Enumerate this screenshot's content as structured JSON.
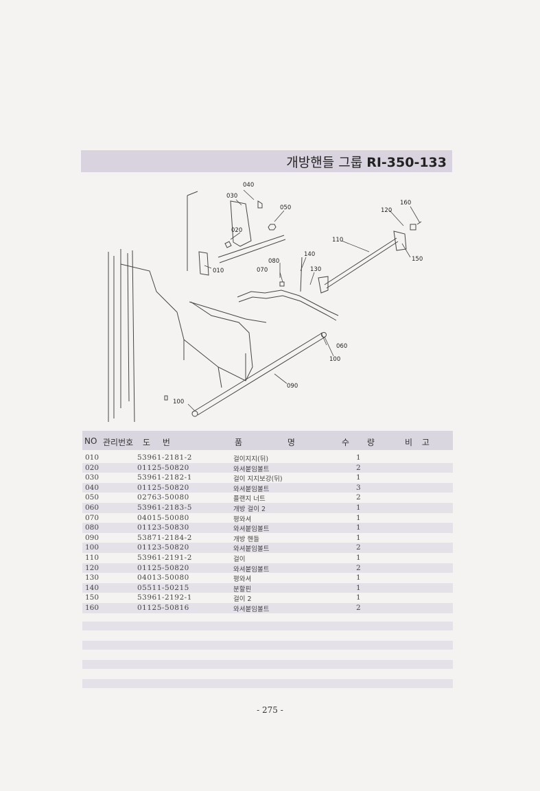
{
  "header": {
    "title": "개방핸들 그룹",
    "code": "RI-350-133"
  },
  "diagram": {
    "callouts": [
      "040",
      "030",
      "050",
      "020",
      "010",
      "080",
      "070",
      "140",
      "130",
      "110",
      "120",
      "160",
      "150",
      "060",
      "100",
      "090",
      "100"
    ]
  },
  "table": {
    "headers": {
      "no": "NO",
      "mgmt": "관리번호",
      "drawing": "도 번",
      "part": "품 명",
      "qty": "수 량",
      "remarks": "비 고"
    },
    "rows": [
      {
        "no": "010",
        "part_no": "53961-2181-2",
        "name": "걸이지지(뒤)",
        "qty": "1"
      },
      {
        "no": "020",
        "part_no": "01125-50820",
        "name": "와셔붙임볼트",
        "qty": "2"
      },
      {
        "no": "030",
        "part_no": "53961-2182-1",
        "name": "걸이 지지보강(뒤)",
        "qty": "1"
      },
      {
        "no": "040",
        "part_no": "01125-50820",
        "name": "와셔붙임볼트",
        "qty": "3"
      },
      {
        "no": "050",
        "part_no": "02763-50080",
        "name": "플랜지 너트",
        "qty": "2"
      },
      {
        "no": "060",
        "part_no": "53961-2183-5",
        "name": "개방 걸이 2",
        "qty": "1"
      },
      {
        "no": "070",
        "part_no": "04015-50080",
        "name": "평와셔",
        "qty": "1"
      },
      {
        "no": "080",
        "part_no": "01123-50830",
        "name": "와셔붙임볼트",
        "qty": "1"
      },
      {
        "no": "090",
        "part_no": "53871-2184-2",
        "name": "개방 핸들",
        "qty": "1"
      },
      {
        "no": "100",
        "part_no": "01123-50820",
        "name": "와셔붙임볼트",
        "qty": "2"
      },
      {
        "no": "110",
        "part_no": "53961-2191-2",
        "name": "걸이",
        "qty": "1"
      },
      {
        "no": "120",
        "part_no": "01125-50820",
        "name": "와셔붙임볼트",
        "qty": "2"
      },
      {
        "no": "130",
        "part_no": "04013-50080",
        "name": "평와셔",
        "qty": "1"
      },
      {
        "no": "140",
        "part_no": "05511-50215",
        "name": "분할핀",
        "qty": "1"
      },
      {
        "no": "150",
        "part_no": "53961-2192-1",
        "name": "걸이 2",
        "qty": "1"
      },
      {
        "no": "160",
        "part_no": "01125-50816",
        "name": "와셔붙임볼트",
        "qty": "2"
      }
    ]
  },
  "footer": {
    "page_number": "- 275 -"
  }
}
